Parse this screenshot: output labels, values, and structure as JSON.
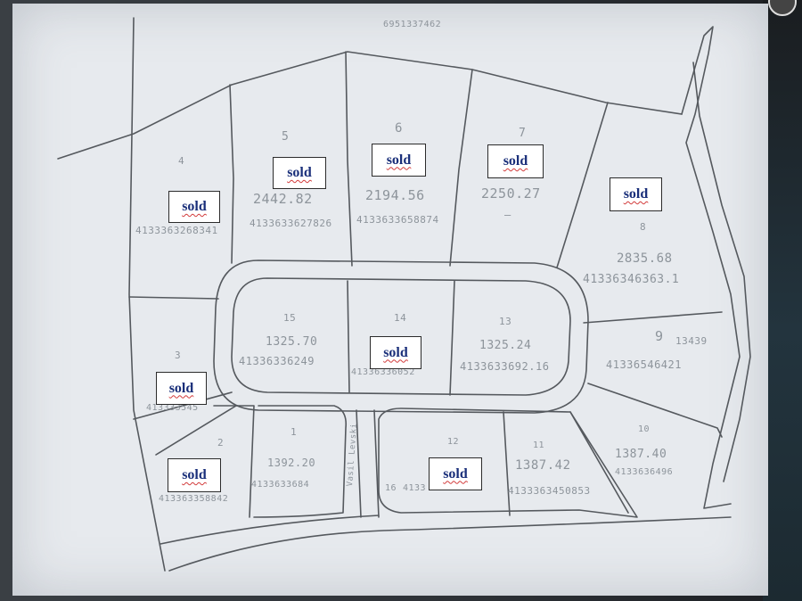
{
  "sold_badge": "sold",
  "top_label": "6951337462",
  "lots": [
    {
      "name": "lot-4",
      "number": "4",
      "area": "",
      "id": "4133363268341"
    },
    {
      "name": "lot-5",
      "number": "5",
      "area": "2442.82",
      "id": "4133633627826"
    },
    {
      "name": "lot-6",
      "number": "6",
      "area": "2194.56",
      "id": "4133633658874"
    },
    {
      "name": "lot-7",
      "number": "7",
      "area": "2250.27",
      "id": "—"
    },
    {
      "name": "lot-8",
      "number": "8",
      "area": "2835.68",
      "id": "41336346363.1"
    },
    {
      "name": "lot-15",
      "number": "15",
      "area": "1325.70",
      "id": "41336336249"
    },
    {
      "name": "lot-14",
      "number": "14",
      "area": "",
      "id": "41336336052"
    },
    {
      "name": "lot-13",
      "number": "13",
      "area": "1325.24",
      "id": "4133633692.16"
    },
    {
      "name": "lot-9",
      "number": "9",
      "area": "13439",
      "id": "41336546421"
    },
    {
      "name": "lot-3",
      "number": "3",
      "area": "",
      "id": "413333545"
    },
    {
      "name": "lot-2",
      "number": "2",
      "area": "",
      "id": "413363358842"
    },
    {
      "name": "lot-1",
      "number": "1",
      "area": "1392.20",
      "id": "4133633684"
    },
    {
      "name": "lot-16",
      "number": "16",
      "area": "",
      "id": "4133"
    },
    {
      "name": "lot-12",
      "number": "12",
      "area": "",
      "id": ""
    },
    {
      "name": "lot-11",
      "number": "11",
      "area": "1387.42",
      "id": "4133363450853"
    },
    {
      "name": "lot-10",
      "number": "10",
      "area": "1387.40",
      "id": "4133636496"
    }
  ],
  "road_label": "Vasil Levski",
  "colors": {
    "paper": "#e7eaee",
    "pencil": "#8d949b",
    "sold_text": "#1a2f7a",
    "sold_underline": "#d23a3a"
  }
}
